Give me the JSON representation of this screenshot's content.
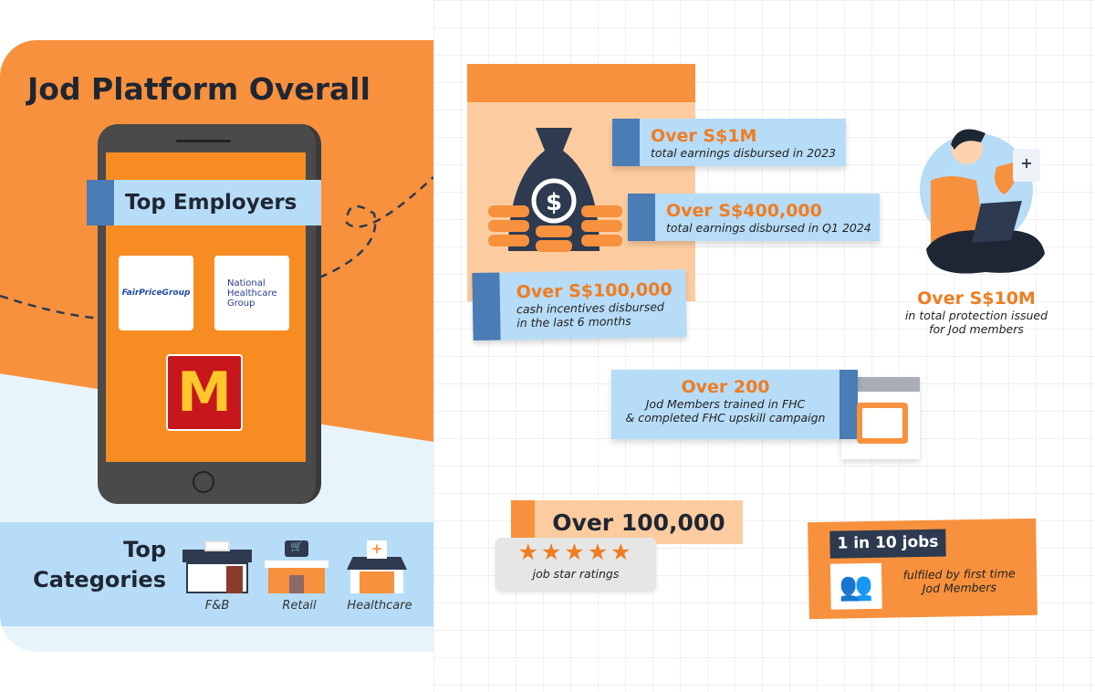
{
  "title": "Jod Platform Overall",
  "top_employers": {
    "label": "Top Employers",
    "logos": [
      "FairPriceGroup",
      "National Healthcare Group",
      "McDonald's"
    ]
  },
  "top_categories": {
    "label_line1": "Top",
    "label_line2": "Categories",
    "items": [
      {
        "label": "F&B",
        "icon": "restaurant-icon"
      },
      {
        "label": "Retail",
        "icon": "shop-cart-icon"
      },
      {
        "label": "Healthcare",
        "icon": "clinic-icon"
      }
    ]
  },
  "stats": {
    "s1": {
      "value": "Over S$1M",
      "desc": "total earnings disbursed in 2023"
    },
    "s2": {
      "value": "Over S$400,000",
      "desc": "total earnings disbursed in Q1 2024"
    },
    "s3": {
      "value": "Over S$100,000",
      "desc1": "cash incentives disbursed",
      "desc2": "in the last 6 months"
    },
    "s4": {
      "value": "Over S$10M",
      "desc1": "in total protection issued",
      "desc2": "for Jod members"
    },
    "s5": {
      "value": "Over 200",
      "desc1": "Jod Members trained in FHC",
      "desc2": "& completed FHC upskill campaign"
    },
    "s6": {
      "value": "Over 100,000",
      "desc": "job star ratings",
      "stars": 5
    },
    "s7": {
      "value": "1 in 10 jobs",
      "desc1": "fulfiled by first time",
      "desc2": "Jod Members"
    }
  },
  "colors": {
    "orange": "#f7913d",
    "blue": "#b7dcf7",
    "navy": "#2d3a4f",
    "accent": "#4a7cb5"
  }
}
